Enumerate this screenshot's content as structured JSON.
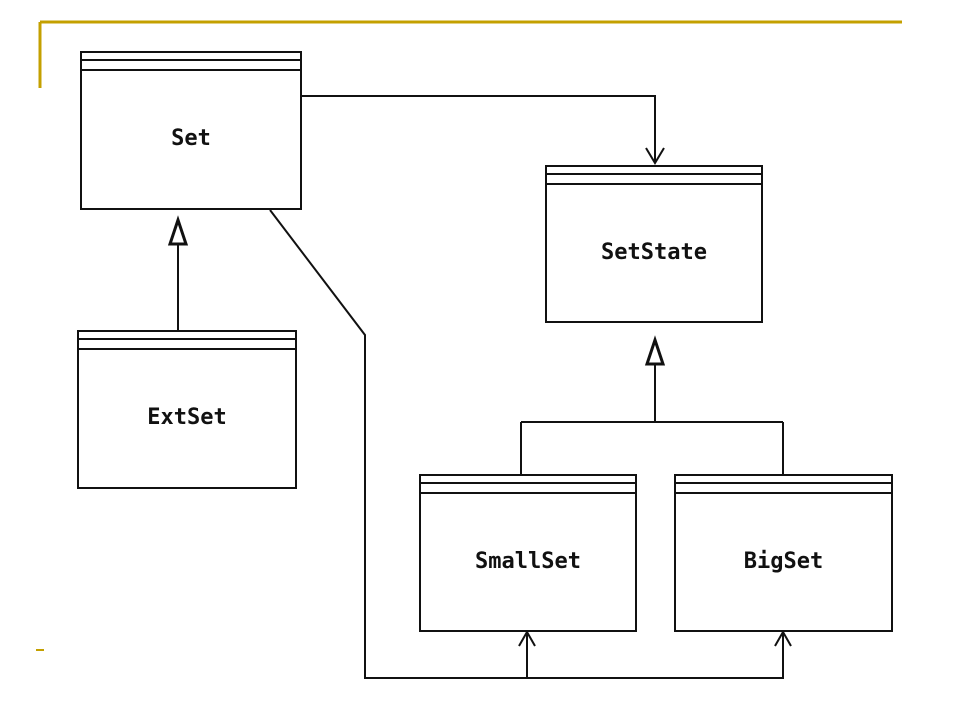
{
  "colors": {
    "accent": "#c4a000",
    "line": "#111111",
    "background": "#ffffff"
  },
  "diagram": {
    "type": "uml-class-diagram",
    "classes": {
      "set": {
        "name": "Set"
      },
      "setstate": {
        "name": "SetState"
      },
      "extset": {
        "name": "ExtSet"
      },
      "smallset": {
        "name": "SmallSet"
      },
      "bigset": {
        "name": "BigSet"
      }
    },
    "relations": [
      {
        "from": "Set",
        "to": "SetState",
        "kind": "association-navigable"
      },
      {
        "from": "ExtSet",
        "to": "Set",
        "kind": "generalization"
      },
      {
        "from": "SmallSet",
        "to": "SetState",
        "kind": "generalization"
      },
      {
        "from": "BigSet",
        "to": "SetState",
        "kind": "generalization"
      },
      {
        "from": "Set",
        "to": "SmallSet",
        "kind": "association-navigable"
      },
      {
        "from": "Set",
        "to": "BigSet",
        "kind": "association-navigable"
      }
    ]
  }
}
